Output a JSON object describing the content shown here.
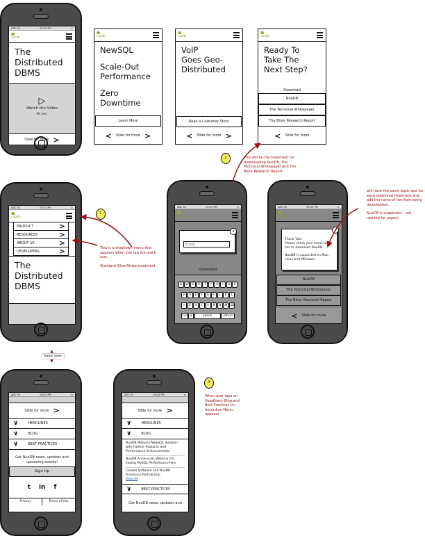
{
  "status": {
    "carrier": "ABC 3G",
    "time": "05:52 PM"
  },
  "logo_text": "nuodb",
  "home": {
    "title": [
      "The",
      "Distributed",
      "DBMS"
    ],
    "video_label": "Watch the Video",
    "video_duration": "90 sec.",
    "slide": "Slide for more"
  },
  "slide_newsql": {
    "lines": [
      "NewSQL",
      "Scale-Out",
      "Performance",
      "Zero Downtime"
    ],
    "button": "Learn More",
    "slide": "Slide for more"
  },
  "slide_voip": {
    "lines": [
      "VoIP",
      "Goes Geo-",
      "Distributed"
    ],
    "button": "Read a Customer Story",
    "slide": "Slide for more"
  },
  "slide_ready": {
    "lines": [
      "Ready To",
      "Take The",
      "Next Step?"
    ],
    "download_label": "Download",
    "items": [
      "NuoDB",
      "The Technical Whitepaper",
      "The Bloor Research Report"
    ],
    "slide": "Slide for more"
  },
  "menu": {
    "items": [
      "PRODUCT",
      "RESOURCES",
      "ABOUT US",
      "DEVELOPERS"
    ]
  },
  "email_dialog": {
    "placeholder": "Email",
    "close": "x",
    "download_label": "Download",
    "keyboard": {
      "row1": [
        "Q",
        "W",
        "E",
        "R",
        "T",
        "Y",
        "U",
        "I",
        "O",
        "P"
      ],
      "row2": [
        "A",
        "S",
        "D",
        "F",
        "G",
        "H",
        "J",
        "K",
        "L"
      ],
      "row3": [
        "Z",
        "X",
        "C",
        "V",
        "B",
        "N",
        "M"
      ],
      "num": "123",
      "space": "space",
      "return": "return"
    }
  },
  "thanks_dialog": {
    "line1": "Thank You!",
    "line2": "Please check your email for a link to download NuoDB.",
    "line3": "NuoDB is supported on Mac, Linux and Windows.",
    "close": "x",
    "items": [
      "NuoDB",
      "The Technical Whitepaper",
      "The Bloor Research Report"
    ],
    "slide": "Slide for more"
  },
  "footer": {
    "slide": "Slide for more",
    "accordion": [
      "HEADLINES",
      "BLOG",
      "BEST PRACTICES"
    ],
    "newsletter": "Get NuoDB news, updates and upcoming events!",
    "signup": "Sign Up",
    "social": [
      "twitter",
      "linkedin",
      "facebook"
    ],
    "privacy": "Privacy",
    "terms": "Terms of Use"
  },
  "blog": {
    "posts": [
      "NuoDB Matures NewSQL Solution with Further Features and Performance Enhancements",
      "NuoDB Announces Webinar On Easing MySQL Performance Pain",
      "Combit Software and NuoDB Announce Partnership"
    ],
    "view_all": "View All",
    "newsletter_partial": "Get NuoDB news, updates and"
  },
  "annotations": {
    "badge1": "1",
    "note1a": "This is a dropdown menu that appears when you tap the stack icon.",
    "note1b": "Standard SilverStripe treatment.",
    "badge2": "2",
    "note2": "This will be the treatment for downloading NuoDB, The Technical Whitepaper and The Bloor Research Report",
    "note_right_a": "will have the same basic text for each download treatment and add the name of the item being downloaded.",
    "note_right_b": "NuoDB is supported... not needed for papers",
    "swipe": "Swipe down",
    "badge3": "3",
    "note3": "When user taps on Headlines, Blog and Best Practices on Accordion Menu appears"
  },
  "colors": {
    "annotation": "#a01010",
    "phone": "#4b4b4b",
    "badge": "#f4ec5a",
    "logo": "#8bb31f"
  }
}
